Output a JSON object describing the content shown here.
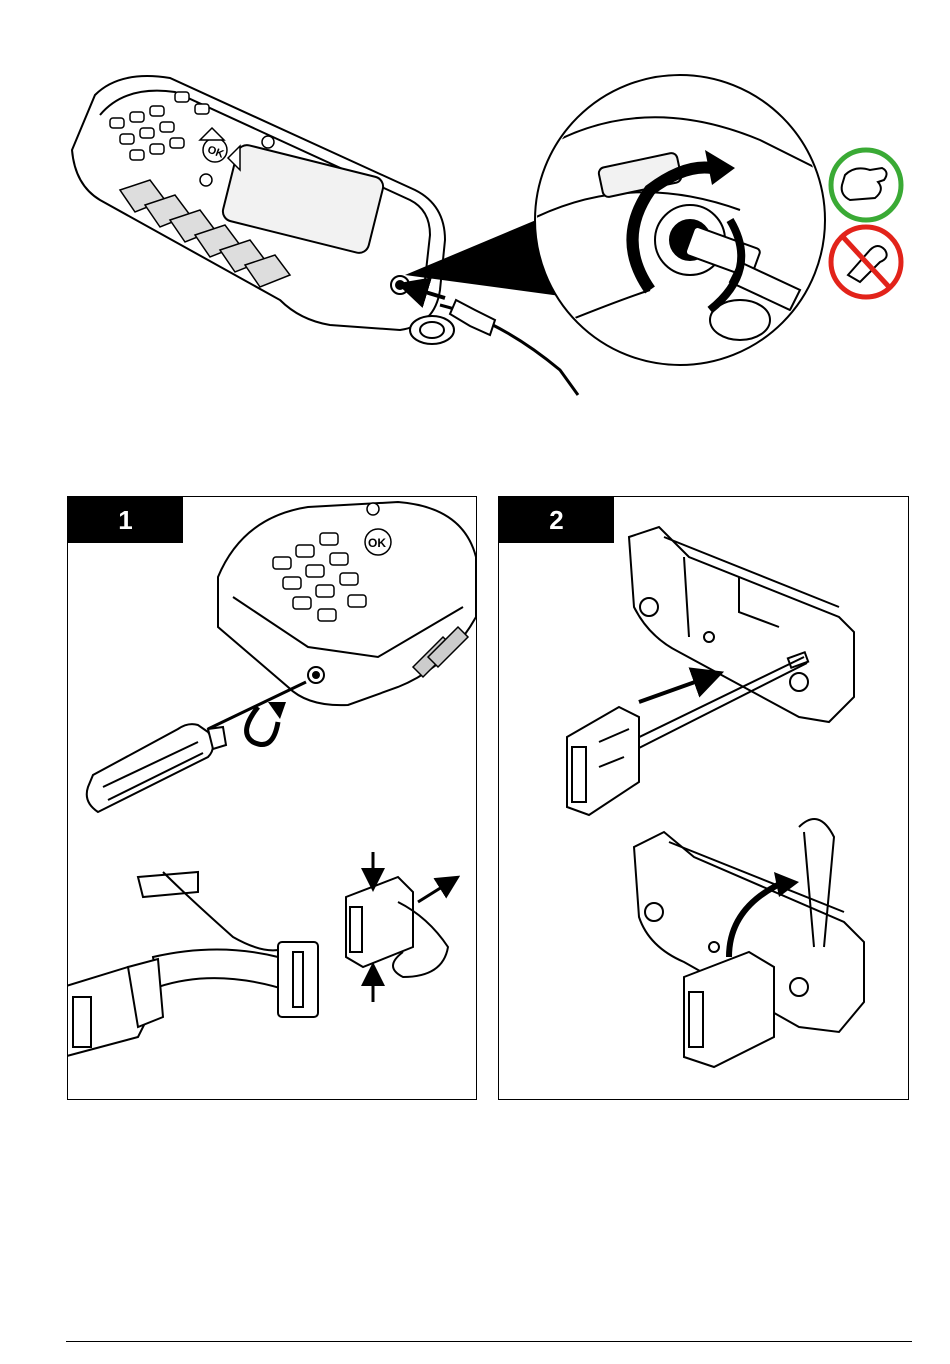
{
  "illustration_top": {
    "key_label": "OK",
    "allowed_icon": "hand-tighten-icon",
    "forbidden_icon": "no-tool-icon",
    "colors": {
      "allowed": "#3aaa35",
      "forbidden": "#e2231a"
    }
  },
  "steps": [
    {
      "number": "1",
      "key_label": "OK"
    },
    {
      "number": "2"
    }
  ]
}
